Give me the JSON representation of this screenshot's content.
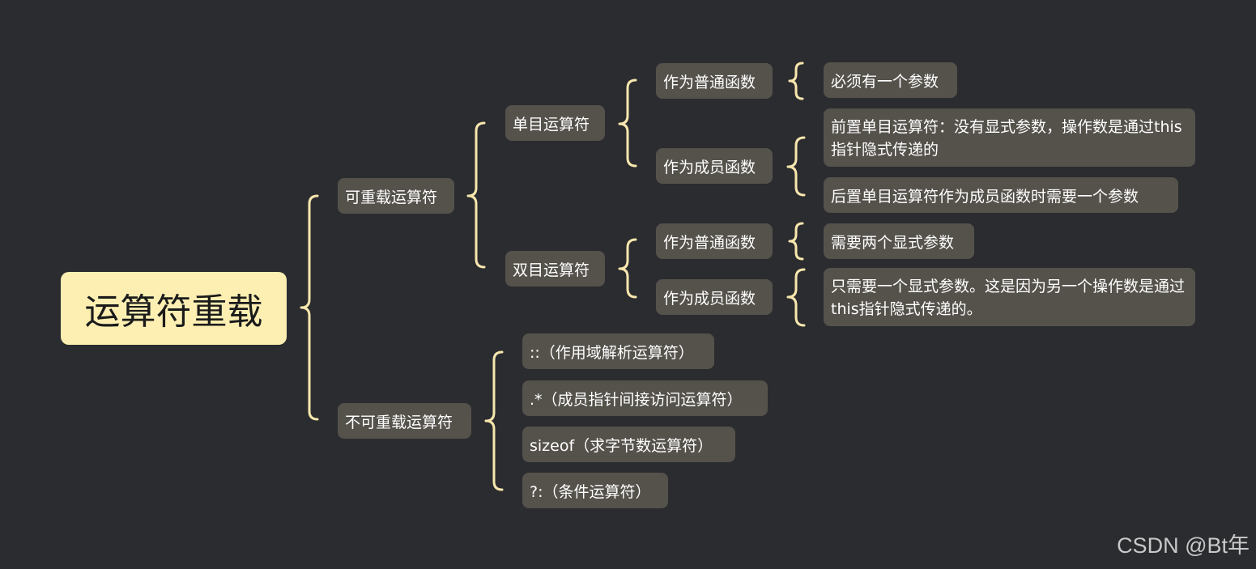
{
  "root": {
    "label": "运算符重载"
  },
  "overloadable": {
    "label": "可重载运算符",
    "unary": {
      "label": "单目运算符",
      "normal_function": {
        "label": "作为普通函数",
        "detail": "必须有一个参数"
      },
      "member_function": {
        "label": "作为成员函数",
        "details": [
          "前置单目运算符：没有显式参数，操作数是通过this指针隐式传递的",
          "后置单目运算符作为成员函数时需要一个参数"
        ]
      }
    },
    "binary": {
      "label": "双目运算符",
      "normal_function": {
        "label": "作为普通函数",
        "detail": "需要两个显式参数"
      },
      "member_function": {
        "label": "作为成员函数",
        "detail": "只需要一个显式参数。这是因为另一个操作数是通过this指针隐式传递的。"
      }
    }
  },
  "non_overloadable": {
    "label": "不可重载运算符",
    "items": [
      "::（作用域解析运算符）",
      ".*（成员指针间接访问运算符）",
      "sizeof（求字节数运算符）",
      "?:（条件运算符）"
    ]
  },
  "watermark": "CSDN @Bt年",
  "colors": {
    "background": "#2b2c2f",
    "node": "#55524c",
    "root": "#fdefb2",
    "bracket": "#f7e7ae"
  }
}
